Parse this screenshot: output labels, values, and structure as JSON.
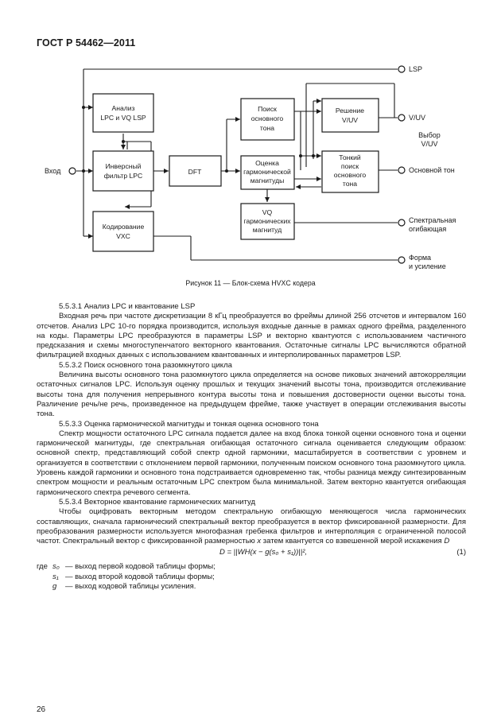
{
  "header": {
    "standard": "ГОСТ Р 54462—2011"
  },
  "figure": {
    "caption": "Рисунок 11 — Блок-схема HVXC кодера",
    "input_label": "Вход",
    "blocks": {
      "lpc_analysis": [
        "Анализ",
        "LPC и VQ LSP"
      ],
      "inverse_filter": [
        "Инверсный",
        "фильтр LPC"
      ],
      "dft": [
        "DFT"
      ],
      "pitch_search": [
        "Поиск",
        "основного",
        "тона"
      ],
      "vuv_decision": [
        "Решение",
        "V/UV"
      ],
      "harmonic_estimation": [
        "Оценка",
        "гармонической",
        "магнитуды"
      ],
      "fine_pitch": [
        "Тонкий",
        "поиск",
        "основного",
        "тона"
      ],
      "vq_harmonic": [
        "VQ",
        "гармонических",
        "магнитуд"
      ],
      "vxc_coding": [
        "Кодирование",
        "VXC"
      ]
    },
    "outputs": {
      "lsp": "LSP",
      "vuv": "V/UV",
      "vuv_select": [
        "Выбор",
        "V/UV"
      ],
      "pitch": "Основной тон",
      "spectral_envelope": [
        "Спектральная",
        "огибающая"
      ],
      "shape_gain": [
        "Форма",
        "и усиление"
      ]
    }
  },
  "section_5_5_3_1": {
    "heading": "5.5.3.1 Анализ LPC и квантование LSP",
    "text": "Входная речь при частоте дискретизации 8 кГц преобразуется во фреймы длиной 256 отсчетов и интервалом 160 отсчетов. Анализ LPC 10-го порядка производится, используя входные данные в рамках одного фрейма, разделенного на коды. Параметры LPC преобразуются в параметры LSP и векторно квантуются с использованием частичного предсказания и схемы многоступенчатого векторного квантования. Остаточные сигналы LPC вычисляются обратной фильтрацией входных данных с использованием квантованных и интерполированных параметров LSP."
  },
  "section_5_5_3_2": {
    "heading": "5.5.3.2 Поиск основного тона разомкнутого цикла",
    "text": "Величина высоты основного тона разомкнутого цикла определяется на основе пиковых значений автокорреляции остаточных сигналов LPC. Используя оценку прошлых и текущих значений высоты тона, производится отслеживание высоты тона для получения непрерывного контура высоты тона и повышения достоверности оценки высоты тона. Различение речь/не речь, произведенное на предыдущем фрейме, также участвует в операции отслеживания высоты тона."
  },
  "section_5_5_3_3": {
    "heading": "5.5.3.3 Оценка гармонической магнитуды и тонкая оценка основного тона",
    "text": "Спектр мощности остаточного LPC сигнала подается далее на вход блока тонкой оценки основного тона и оценки гармонической магнитуды, где спектральная огибающая остаточного сигнала оценивается следующим образом: основной спектр, представляющий собой спектр одной гармоники, масштабируется в соответствии с уровнем и организуется в соответствии с отклонением первой гармоники, полученным поиском основного тона разомкнутого цикла. Уровень каждой гармоники и основного тона подстраивается одновременно так, чтобы разница между синтезированным спектром мощности и реальным остаточным LPC спектром была минимальной. Затем векторно квантуется огибающая гармонического спектра речевого сегмента."
  },
  "section_5_5_3_4": {
    "heading": "5.5.3.4 Векторное квантование гармонических магнитуд",
    "text_before_x": "Чтобы оцифровать векторным методом спектральную огибающую меняющегося числа гармонических составляющих, сначала гармонический спектральный вектор преобразуется в вектор фиксированной размерности. Для преобразования размерности используется многофазная гребенка фильтров и интерполяция с ограниченной полосой частот. Спектральный вектор с фиксированной размерностью",
    "var_x": "x",
    "text_after_x": "затем квантуется со взвешенной мерой искажения",
    "var_d": "D"
  },
  "equation": {
    "text": "D = ||WH(x − g(s₀ + s₁))||²,",
    "number": "(1)"
  },
  "definitions": {
    "lead": "где",
    "items": [
      {
        "symbol": "s₀",
        "text": "— выход первой кодовой таблицы формы;"
      },
      {
        "symbol": "s₁",
        "text": "— выход второй кодовой таблицы формы;"
      },
      {
        "symbol": "g",
        "text": "— выход кодовой таблицы усиления."
      }
    ]
  },
  "page_number": "26"
}
